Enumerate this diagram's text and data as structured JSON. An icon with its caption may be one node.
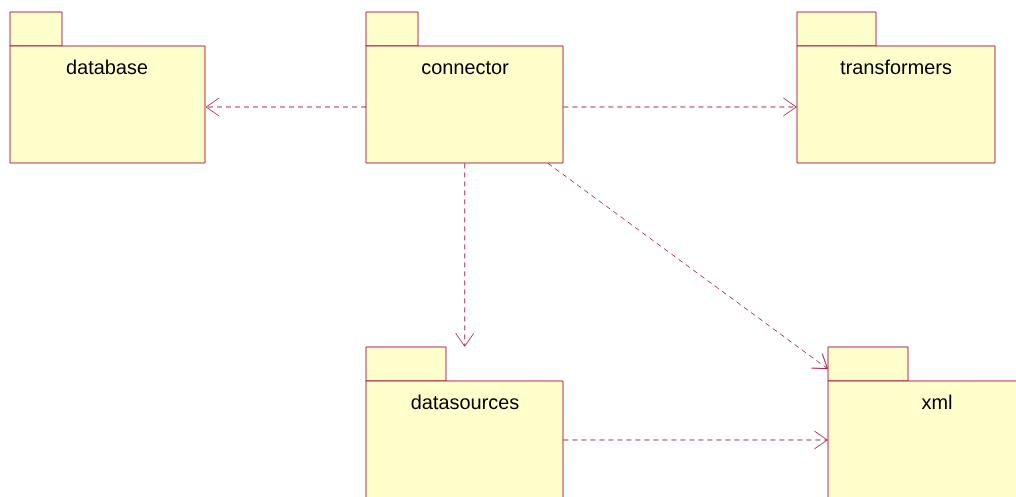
{
  "diagram": {
    "nodes": [
      {
        "text": [
          "database"
        ]
      },
      {
        "text": [
          "connector"
        ]
      },
      {
        "text": [
          "transformers"
        ]
      },
      {
        "text": [
          "datasources"
        ]
      },
      {
        "text": [
          "xml"
        ]
      }
    ],
    "edges": [
      {
        "from": 1,
        "to": 0,
        "arrow": "to"
      },
      {
        "from": 1,
        "to": 2,
        "arrow": "to"
      },
      {
        "from": 1,
        "to": 3,
        "arrow": "to"
      },
      {
        "from": 1,
        "to": 4,
        "arrow": "to"
      },
      {
        "from": 3,
        "to": 4,
        "arrow": "to"
      }
    ]
  }
}
